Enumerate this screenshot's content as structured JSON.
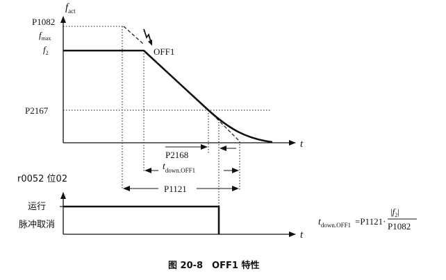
{
  "top_chart": {
    "y_axis": {
      "symbol": "f",
      "subscript": "act"
    },
    "x_axis": {
      "symbol": "t"
    },
    "labels": {
      "p1082": "P1082",
      "fmax_symbol": "f",
      "fmax_sub": "max",
      "f2_symbol": "f",
      "f2_sub": "2",
      "p2167": "P2167",
      "off1": "OFF1"
    },
    "intervals": {
      "p2168": "P2168",
      "tdown_symbol": "t",
      "tdown_sub": "down.OFF1",
      "p1121": "P1121"
    }
  },
  "bottom_chart": {
    "title": "r0052 位02",
    "x_axis": {
      "symbol": "t"
    },
    "state_high": "运行",
    "state_low": "脉冲取消"
  },
  "formula": {
    "lhs_symbol": "t",
    "lhs_sub": "down.OFF1",
    "equals": "=P1121·",
    "numerator_open": "|",
    "numerator_symbol": "f",
    "numerator_sub": "2",
    "numerator_close": "|",
    "denominator": "P1082"
  },
  "caption": "图 20-8　OFF1 特性"
}
